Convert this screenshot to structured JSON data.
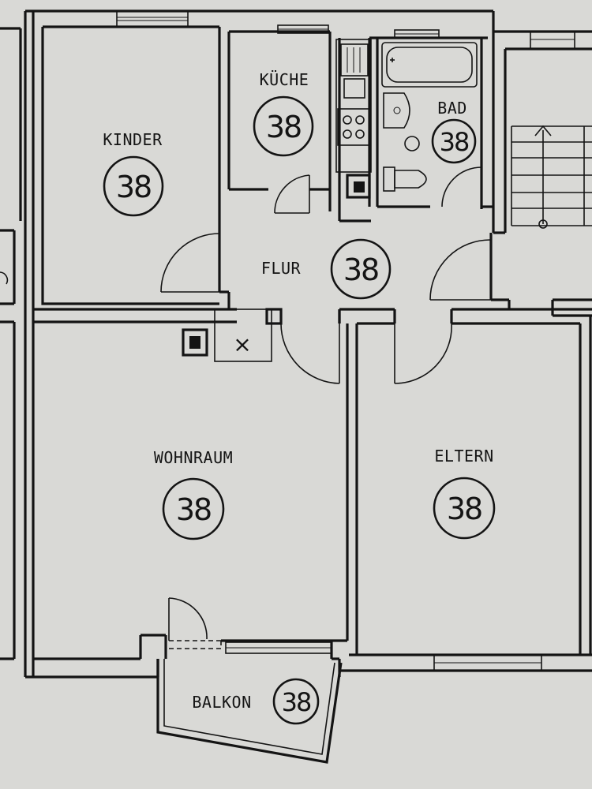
{
  "rooms": {
    "kinder": {
      "label": "KINDER",
      "number": "38"
    },
    "kueche": {
      "label": "KÜCHE",
      "number": "38"
    },
    "bad": {
      "label": "BAD",
      "number": "38"
    },
    "flur": {
      "label": "FLUR",
      "number": "38"
    },
    "wohnraum": {
      "label": "WOHNRAUM",
      "number": "38"
    },
    "eltern": {
      "label": "ELTERN",
      "number": "38"
    },
    "balkon": {
      "label": "BALKON",
      "number": "38"
    }
  },
  "symbols": {
    "chimney_mark": "×"
  },
  "colors": {
    "paper": "#d9d9d6",
    "ink": "#141414"
  }
}
